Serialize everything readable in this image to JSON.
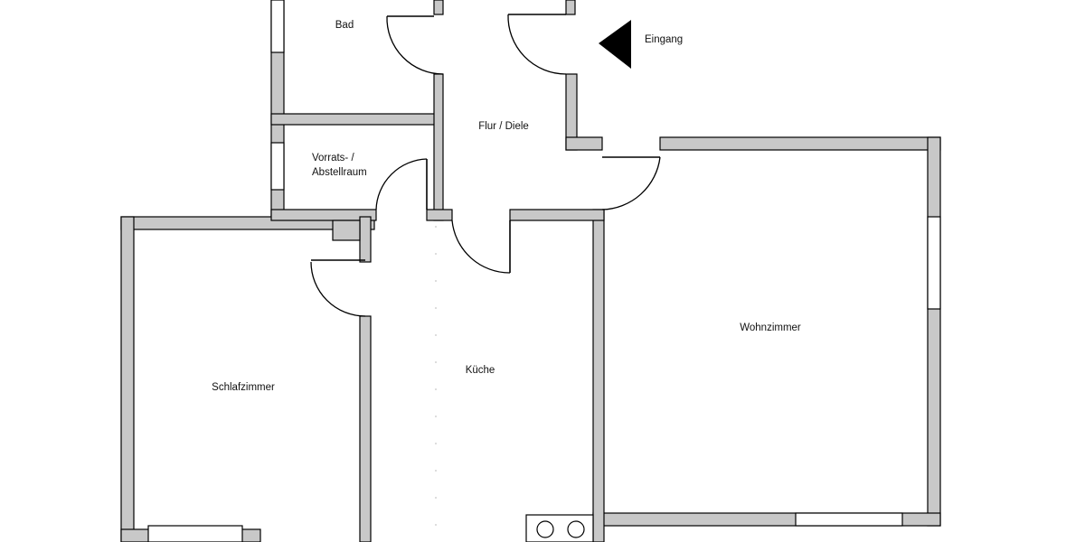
{
  "rooms": {
    "bad": "Bad",
    "eingang": "Eingang",
    "flur": "Flur / Diele",
    "vorrats_line1": "Vorrats- /",
    "vorrats_line2": "Abstellraum",
    "schlafzimmer": "Schlafzimmer",
    "kueche": "Küche",
    "wohnzimmer": "Wohnzimmer"
  },
  "colors": {
    "wall_fill": "#c8c8c8",
    "line": "#000000",
    "background": "#ffffff"
  },
  "icons": {
    "entrance_marker": "entrance-arrow-icon",
    "stove": "stove-icon"
  }
}
